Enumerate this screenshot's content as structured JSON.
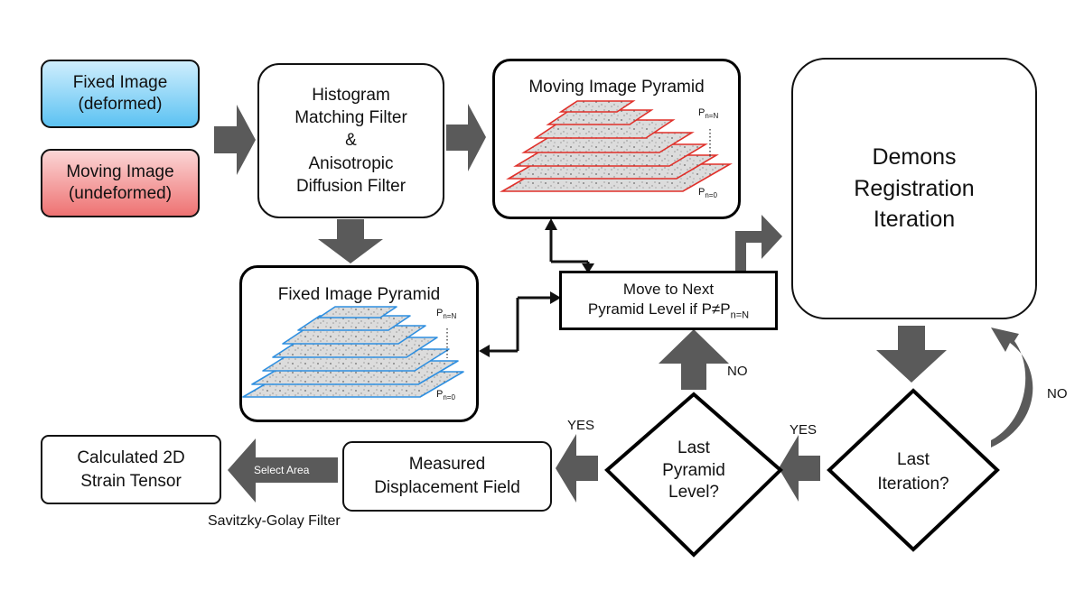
{
  "fixed_image": {
    "line1": "Fixed Image",
    "line2": "(deformed)"
  },
  "moving_image": {
    "line1": "Moving Image",
    "line2": "(undeformed)"
  },
  "filters": {
    "line1": "Histogram",
    "line2": "Matching Filter",
    "line3": "&",
    "line4": "Anisotropic",
    "line5": "Diffusion Filter"
  },
  "moving_pyramid": {
    "title": "Moving Image Pyramid",
    "top_label": "P",
    "top_sub": "n=N",
    "bottom_label": "P",
    "bottom_sub": "n=0"
  },
  "fixed_pyramid": {
    "title": "Fixed Image Pyramid",
    "top_label": "P",
    "top_sub": "n=N",
    "bottom_label": "P",
    "bottom_sub": "n=0"
  },
  "demons": {
    "line1": "Demons",
    "line2": "Registration",
    "line3": "Iteration"
  },
  "move_next": {
    "line1": "Move to Next",
    "line2": "Pyramid Level if P≠P",
    "line2_sub": "n=N"
  },
  "last_pyramid": {
    "line1": "Last",
    "line2": "Pyramid",
    "line3": "Level?"
  },
  "last_iteration": {
    "line1": "Last",
    "line2": "Iteration?"
  },
  "measured": {
    "line1": "Measured",
    "line2": "Displacement Field"
  },
  "strain": {
    "line1": "Calculated 2D",
    "line2": "Strain Tensor"
  },
  "labels": {
    "select_area": "Select Area",
    "savitzky": "Savitzky-Golay Filter",
    "yes_left": "YES",
    "yes_right": "YES",
    "no_up": "NO",
    "no_loop": "NO"
  },
  "colors": {
    "fixed_fill_top": "#cfeefd",
    "fixed_fill_bottom": "#5cc2f2",
    "moving_fill_top": "#fbd6d6",
    "moving_fill_bottom": "#ee7272",
    "arrow": "#5a5a5a",
    "moving_layer_stroke": "#e0302a",
    "fixed_layer_stroke": "#2e8fe0"
  }
}
